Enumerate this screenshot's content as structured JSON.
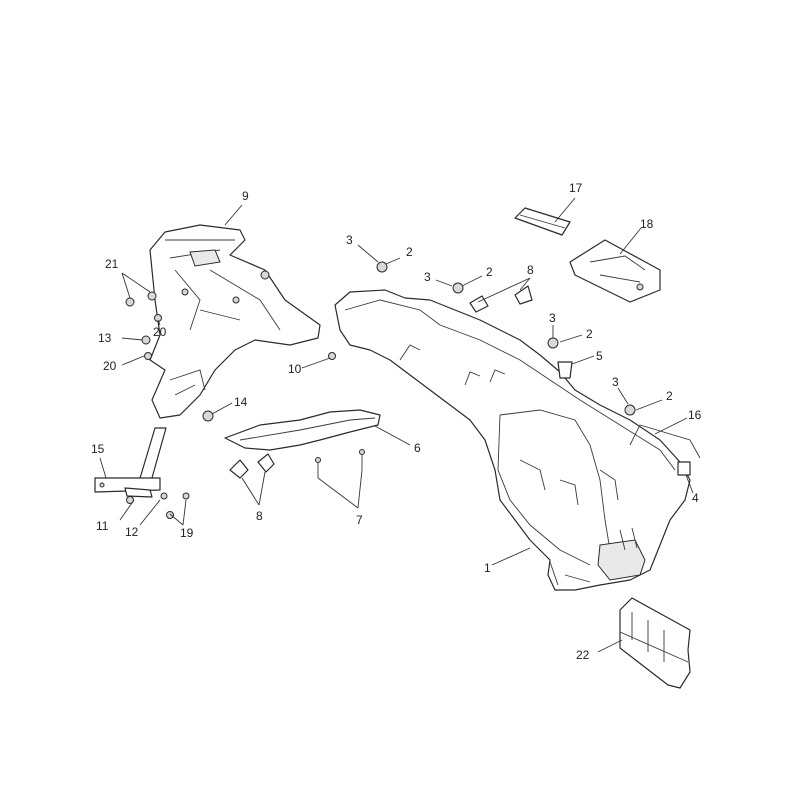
{
  "callouts": {
    "c1": "1",
    "c2a": "2",
    "c2b": "2",
    "c2c": "2",
    "c2d": "2",
    "c3a": "3",
    "c3b": "3",
    "c3c": "3",
    "c3d": "3",
    "c4": "4",
    "c5": "5",
    "c6": "6",
    "c7": "7",
    "c8a": "8",
    "c8b": "8",
    "c9": "9",
    "c10": "10",
    "c11": "11",
    "c12": "12",
    "c13": "13",
    "c14": "14",
    "c15": "15",
    "c16": "16",
    "c17": "17",
    "c18": "18",
    "c19": "19",
    "c20a": "20",
    "c20b": "20",
    "c21": "21",
    "c22": "22"
  },
  "colors": {
    "line": "#2b2b2b",
    "background": "#ffffff",
    "fill": "#ffffff"
  }
}
